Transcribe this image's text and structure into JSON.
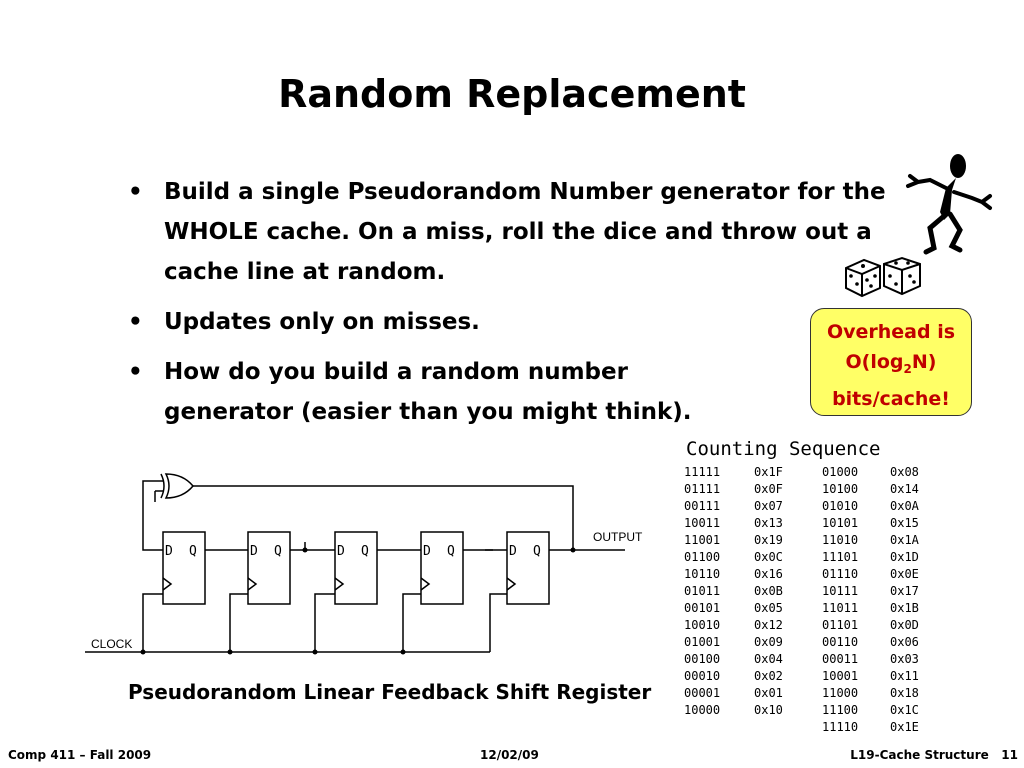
{
  "slide": {
    "title": "Random Replacement",
    "bullets": [
      "Build a single Pseudorandom Number generator for the WHOLE cache. On a miss, roll the dice and throw out a cache line at random.",
      "Updates only on misses.",
      "How do you build a random number generator (easier than you might think)."
    ],
    "bullet_symbol": "•",
    "callout": {
      "line1": "Overhead is",
      "line2_pre": "O(log",
      "line2_sub": "2",
      "line2_post": "N)",
      "line3": "bits/cache!"
    },
    "counting_sequence": {
      "title": "Counting Sequence",
      "rows": [
        [
          "11111",
          "0x1F",
          "01000",
          "0x08"
        ],
        [
          "01111",
          "0x0F",
          "10100",
          "0x14"
        ],
        [
          "00111",
          "0x07",
          "01010",
          "0x0A"
        ],
        [
          "10011",
          "0x13",
          "10101",
          "0x15"
        ],
        [
          "11001",
          "0x19",
          "11010",
          "0x1A"
        ],
        [
          "01100",
          "0x0C",
          "11101",
          "0x1D"
        ],
        [
          "10110",
          "0x16",
          "01110",
          "0x0E"
        ],
        [
          "01011",
          "0x0B",
          "10111",
          "0x17"
        ],
        [
          "00101",
          "0x05",
          "11011",
          "0x1B"
        ],
        [
          "10010",
          "0x12",
          "01101",
          "0x0D"
        ],
        [
          "01001",
          "0x09",
          "00110",
          "0x06"
        ],
        [
          "00100",
          "0x04",
          "00011",
          "0x03"
        ],
        [
          "00010",
          "0x02",
          "10001",
          "0x11"
        ],
        [
          "00001",
          "0x01",
          "11000",
          "0x18"
        ],
        [
          "10000",
          "0x10",
          "11100",
          "0x1C"
        ],
        [
          "",
          "",
          "11110",
          "0x1E"
        ]
      ]
    },
    "diagram": {
      "output_label": "OUTPUT",
      "clock_label": "CLOCK",
      "flipflop_d": "D",
      "flipflop_q": "Q",
      "caption": "Pseudorandom Linear Feedback Shift Register"
    },
    "footer": {
      "left": "Comp 411 – Fall 2009",
      "center": "12/02/09",
      "right": "L19-Cache Structure   11"
    }
  }
}
